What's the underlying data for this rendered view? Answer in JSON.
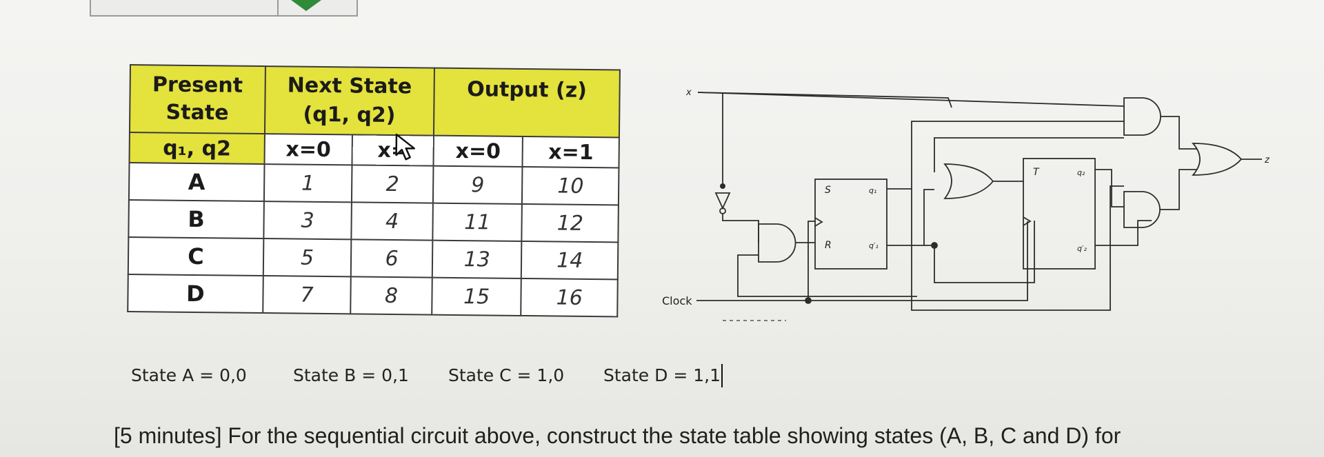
{
  "table": {
    "header": {
      "present_state": "Present State",
      "next_state_line1": "Next State",
      "next_state_line2": "(q1, q2)",
      "output": "Output (z)"
    },
    "subheader": [
      "q₁, q2",
      "x=0",
      "x=",
      "x=0",
      "x=1"
    ],
    "rows": [
      {
        "state": "A",
        "cells": [
          "1",
          "2",
          "9",
          "10"
        ]
      },
      {
        "state": "B",
        "cells": [
          "3",
          "4",
          "11",
          "12"
        ]
      },
      {
        "state": "C",
        "cells": [
          "5",
          "6",
          "13",
          "14"
        ]
      },
      {
        "state": "D",
        "cells": [
          "7",
          "8",
          "15",
          "16"
        ]
      }
    ]
  },
  "circuit": {
    "input_label": "x",
    "clock_label": "Clock",
    "output_label": "z",
    "sr_labels": [
      "S",
      "R"
    ],
    "sr_outputs": [
      "q₁",
      "q′₁"
    ],
    "t_label": "T",
    "t_outputs": [
      "q₂",
      "q′₂"
    ]
  },
  "states": [
    "State A = 0,0",
    "State B = 0,1",
    "State C = 1,0",
    "State D = 1,1"
  ],
  "question": "[5 minutes] For the sequential circuit above, construct the state table showing states (A, B, C and D) for"
}
